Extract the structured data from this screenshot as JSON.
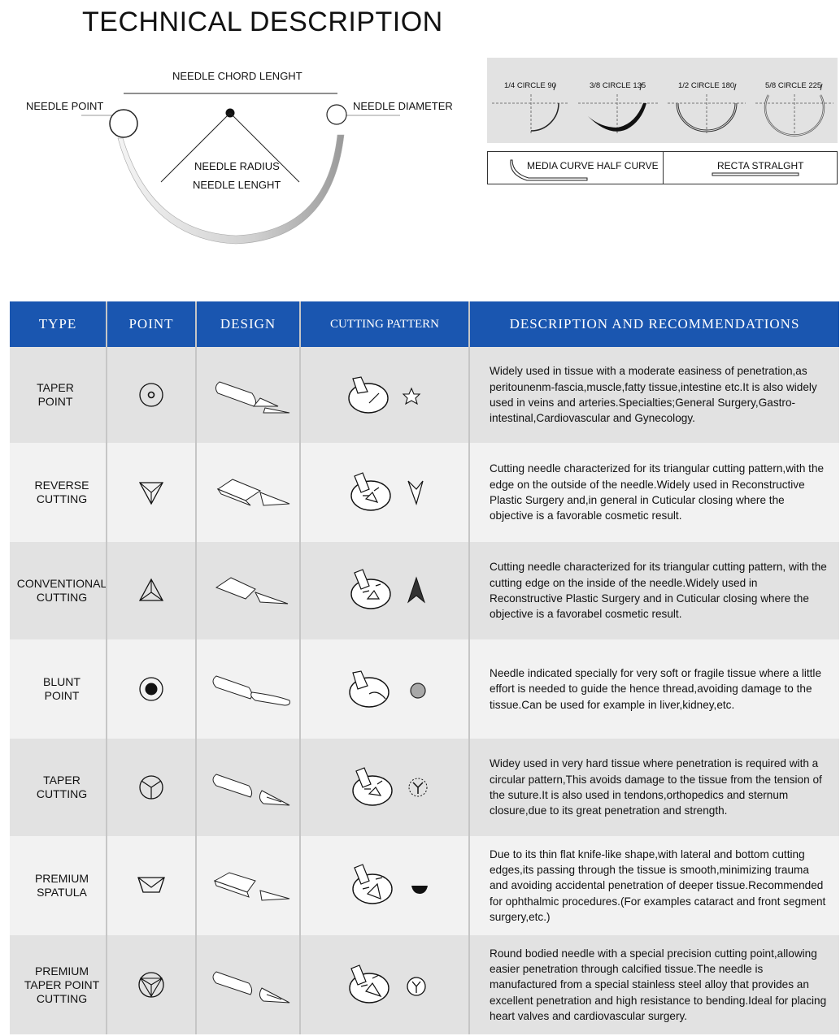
{
  "page": {
    "title": "TECHNICAL DESCRIPTION"
  },
  "diagram": {
    "needle_chord_label": "NEEDLE CHORD LENGHT",
    "needle_point_label": "NEEDLE POINT",
    "needle_diameter_label": "NEEDLE DIAMETER",
    "needle_radius_label": "NEEDLE RADIUS",
    "needle_length_label": "NEEDLE LENGHT"
  },
  "circles": [
    {
      "label": "1/4 CIRCLE 90"
    },
    {
      "label": "3/8 CIRCLE 135"
    },
    {
      "label": "1/2 CIRCLE 180"
    },
    {
      "label": "5/8 CIRCLE 225"
    }
  ],
  "shapes": {
    "media_curve_label": "MEDIA CURVE HALF CURVE",
    "recta_label": "RECTA STRALGHT"
  },
  "table": {
    "headers": [
      "TYPE",
      "POINT",
      "DESIGN",
      "CUTTING PATTERN",
      "DESCRIPTION AND RECOMMENDATIONS"
    ],
    "header_color": "#1a56b0",
    "rows": [
      {
        "type": "TAPER\nPOINT",
        "point_icon": "taper-point-icon",
        "design_icon": "round-body-needle-icon",
        "pattern_icon": "star-pattern-icon",
        "description": "Widely used in tissue with a moderate easiness of penetration,as peritounenm-fascia,muscle,fatty tissue,intestine etc.It is also widely used in veins and arteries.Specialties;General Surgery,Gastro-intestinal,Cardiovascular and Gynecology."
      },
      {
        "type": "REVERSE\nCUTTING",
        "point_icon": "reverse-cutting-icon",
        "design_icon": "triangular-needle-icon",
        "pattern_icon": "reverse-triangle-pattern-icon",
        "description": "Cutting needle characterized for its triangular cutting pattern,with the edge on the outside of the needle.Widely used in Reconstructive Plastic Surgery and,in general in Cuticular closing where the objective is a favorable cosmetic result."
      },
      {
        "type": "CONVENTIONAL\nCUTTING",
        "point_icon": "conventional-cutting-icon",
        "design_icon": "triangular-needle-icon",
        "pattern_icon": "triangle-pattern-icon",
        "description": "Cutting needle characterized for its triangular cutting pattern, with the cutting edge on the inside of the needle.Widely used in Reconstructive Plastic Surgery and in Cuticular closing where the objective is a favorabel cosmetic result."
      },
      {
        "type": "BLUNT\nPOINT",
        "point_icon": "blunt-point-icon",
        "design_icon": "blunt-needle-icon",
        "pattern_icon": "circle-pattern-icon",
        "description": "Needle indicated specially for very soft or fragile tissue where a little effort is needed to guide the hence thread,avoiding damage to the tissue.Can be used for example in liver,kidney,etc."
      },
      {
        "type": "TAPER\nCUTTING",
        "point_icon": "taper-cutting-icon",
        "design_icon": "taper-cut-needle-icon",
        "pattern_icon": "dotted-y-pattern-icon",
        "description": "Widey used in very hard tissue where penetration is required with a circular pattern,This avoids damage to the tissue from the tension of the suture.It is also used in tendons,orthopedics and sternum closure,due to its great penetration and strength."
      },
      {
        "type": "PREMIUM\nSPATULA",
        "point_icon": "spatula-icon",
        "design_icon": "spatula-needle-icon",
        "pattern_icon": "half-disc-pattern-icon",
        "description": "Due to its thin flat  knife-like shape,with lateral and bottom cutting edges,its passing through the tissue is smooth,minimizing trauma and avoiding accidental penetration of deeper tissue.Recommended for ophthalmic procedures.(For examples cataract and front segment surgery,etc.)"
      },
      {
        "type": "PREMIUM\nTAPER POINT\nCUTTING",
        "point_icon": "premium-taper-icon",
        "design_icon": "taper-cut-needle-icon",
        "pattern_icon": "circle-y-pattern-icon",
        "description": "Round bodied needle with a special precision cutting point,allowing easier penetration through calcified tissue.The needle is manufactured from a special stainless steel alloy that provides an excellent penetration and high resistance to bending.Ideal for placing heart valves and cardiovascular surgery."
      }
    ]
  }
}
